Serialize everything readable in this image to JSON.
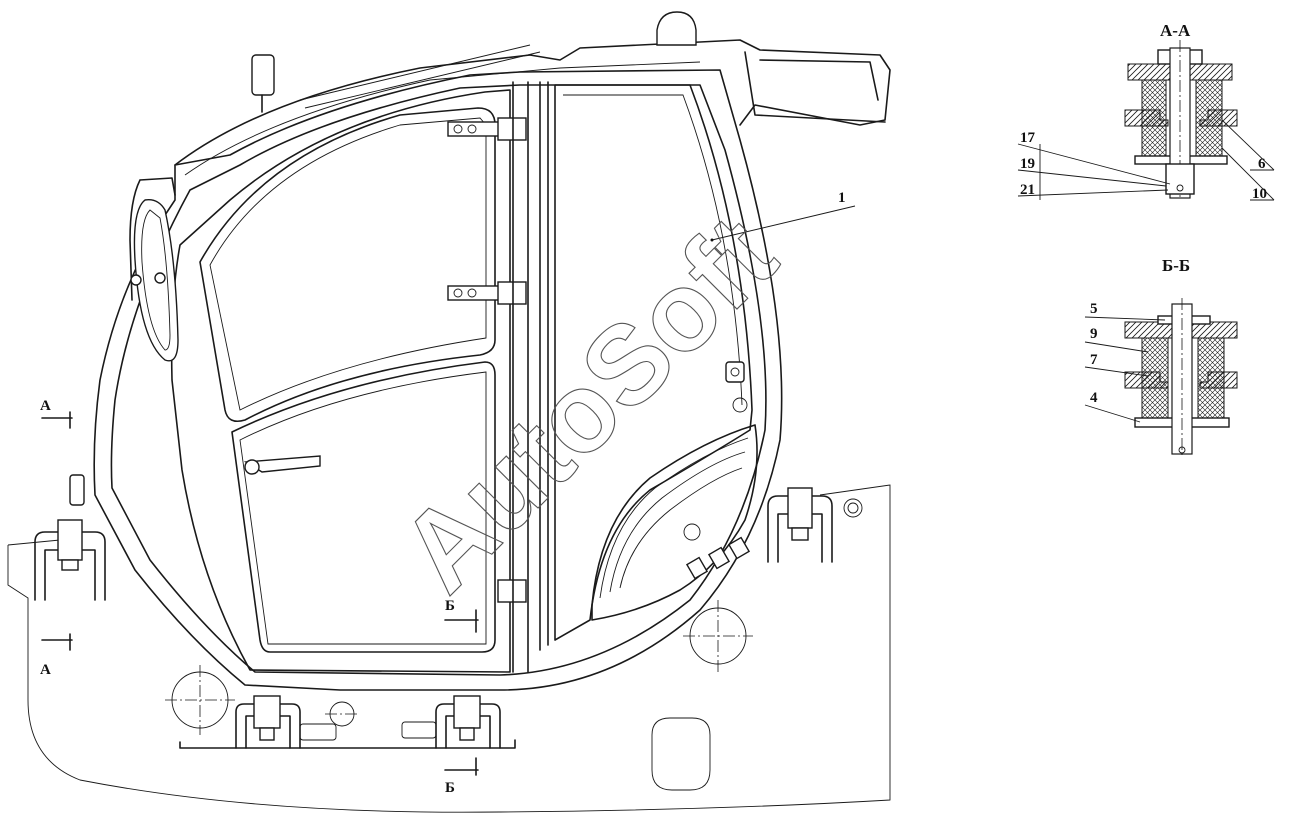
{
  "watermark": "AutoSoft",
  "sections": {
    "aa": {
      "title": "А-А",
      "callouts": [
        "17",
        "19",
        "21",
        "6",
        "10"
      ]
    },
    "bb": {
      "title": "Б-Б",
      "callouts": [
        "5",
        "9",
        "7",
        "4"
      ]
    }
  },
  "main_view": {
    "callout_main": "1",
    "cut_a_top": "А",
    "cut_a_bottom": "А",
    "cut_b_top": "Б",
    "cut_b_bottom": "Б"
  }
}
